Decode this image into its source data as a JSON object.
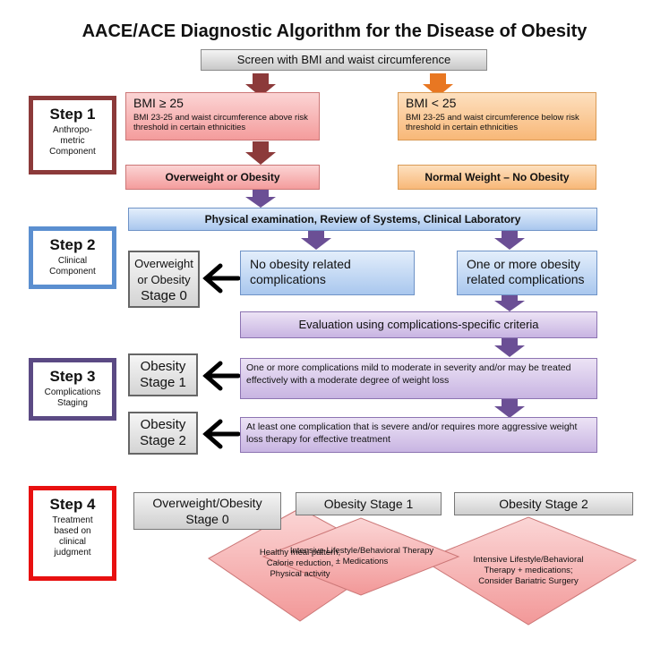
{
  "title": "AACE/ACE Diagnostic Algorithm for the Disease of Obesity",
  "screen": "Screen with BMI and waist circumference",
  "steps": [
    {
      "label": "Step 1",
      "sub": [
        "Anthropo-",
        "metric",
        "Component"
      ],
      "color": "#8c3a3a"
    },
    {
      "label": "Step 2",
      "sub": [
        "Clinical",
        "Component"
      ],
      "color": "#5b8fd0"
    },
    {
      "label": "Step 3",
      "sub": [
        "Complications",
        "Staging"
      ],
      "color": "#5b4a84"
    },
    {
      "label": "Step 4",
      "sub": [
        "Treatment",
        "based on",
        "clinical",
        "judgment"
      ],
      "color": "#e81010"
    }
  ],
  "bmi_high": {
    "title": "BMI ≥ 25",
    "sub": "BMI 23-25 and waist circumference above risk threshold in certain ethnicities"
  },
  "bmi_low": {
    "title": "BMI < 25",
    "sub": "BMI 23-25 and waist circumference below risk threshold in certain ethnicities"
  },
  "overweight": "Overweight or Obesity",
  "normal": "Normal Weight – No Obesity",
  "physical": "Physical examination, Review of Systems, Clinical Laboratory",
  "no_comp": "No obesity related complications",
  "one_comp": "One or more obesity related complications",
  "evaluation": "Evaluation using complications-specific criteria",
  "stage0": [
    "Overweight",
    "or Obesity",
    "Stage 0"
  ],
  "stage1": [
    "Obesity",
    "Stage 1"
  ],
  "stage2": [
    "Obesity",
    "Stage 2"
  ],
  "mild": "One or more complications mild to moderate in severity and/or may be treated effectively with a moderate degree of weight loss",
  "severe": "At least one complication that is severe and/or requires more aggressive weight loss therapy for effective treatment",
  "treat_headers": [
    [
      "Overweight/Obesity",
      "Stage 0"
    ],
    [
      "Obesity Stage 1"
    ],
    [
      "Obesity Stage 2"
    ]
  ],
  "treatments": [
    [
      "Healthy meal pattern,",
      "Calorie reduction,",
      "Physical activity"
    ],
    [
      "Intensive Lifestyle/Behavioral Therapy",
      "± Medications"
    ],
    [
      "Intensive Lifestyle/Behavioral",
      "Therapy + medications;",
      "Consider Bariatric Surgery"
    ]
  ],
  "colors": {
    "arrow_red": "#8c3a3a",
    "arrow_orange": "#e87722",
    "arrow_purple": "#6b4f95",
    "diamond": "#f4a0a0"
  }
}
